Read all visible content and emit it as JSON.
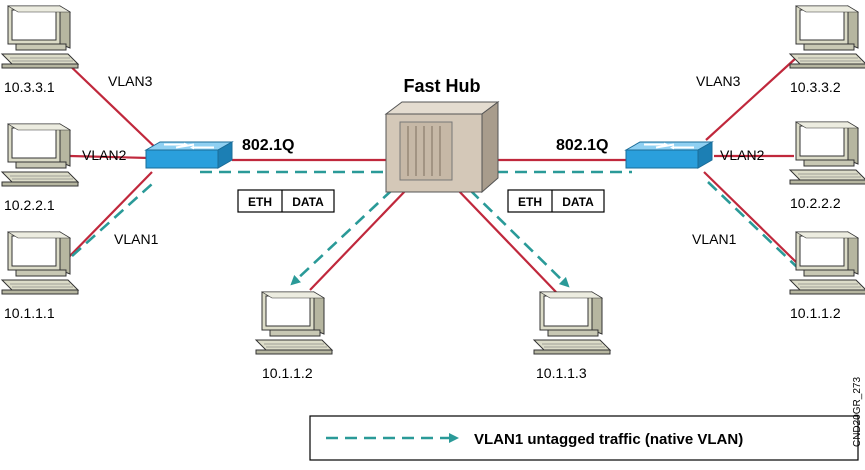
{
  "hub_label": "Fast Hub",
  "trunk_label_left": "802.1Q",
  "trunk_label_right": "802.1Q",
  "frame_left": {
    "eth": "ETH",
    "data": "DATA"
  },
  "frame_right": {
    "eth": "ETH",
    "data": "DATA"
  },
  "vlan_labels": {
    "left_vlan3": "VLAN3",
    "left_vlan2": "VLAN2",
    "left_vlan1": "VLAN1",
    "right_vlan3": "VLAN3",
    "right_vlan2": "VLAN2",
    "right_vlan1": "VLAN1"
  },
  "hosts": {
    "left_top": "10.3.3.1",
    "left_mid": "10.2.2.1",
    "left_bot": "10.1.1.1",
    "hub_left": "10.1.1.2",
    "hub_right": "10.1.1.3",
    "right_top": "10.3.3.2",
    "right_mid": "10.2.2.2",
    "right_bot": "10.1.1.2"
  },
  "legend": {
    "text": "VLAN1 untagged traffic (native VLAN)"
  },
  "figure_code": "CND20GR_273",
  "colors": {
    "link": "#c0283c",
    "native": "#2a9a98",
    "switch": "#2a9fdc"
  }
}
